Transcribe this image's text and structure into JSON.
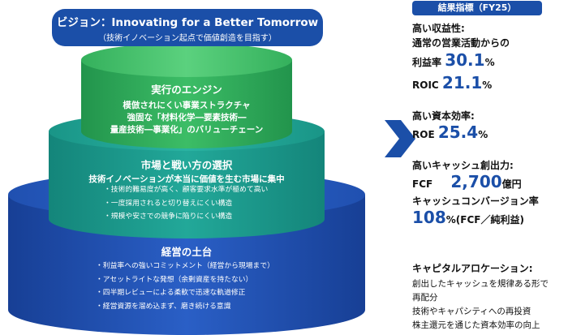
{
  "vision": {
    "title": "ビジョン：Innovating for a Better Tomorrow",
    "subtitle": "（技術イノベーション起点で価値創造を目指す）"
  },
  "tiers": {
    "top": {
      "title": "実行のエンジン",
      "lines": [
        "模倣されにくい事業ストラクチャ",
        "強固な「材料化学―要素技術―",
        "量産技術―事業化」のバリューチェーン"
      ],
      "color": "#2fa85a"
    },
    "middle": {
      "title": "市場と戦い方の選択",
      "subtitle": "技術イノベーションが本当に価値を生む市場に集中",
      "bullets": [
        "・技術的難易度が高く、顧客要求水準が極めて高い",
        "・一度採用されると切り替えにくい構造",
        "・規模や安さでの競争に陥りにくい構造"
      ],
      "color": "#1e9a8a"
    },
    "bottom": {
      "title": "経営の土台",
      "bullets": [
        "・利益率への強いコミットメント（経営から現場まで）",
        "・アセットライトな発想（余剰資産を持たない）",
        "・四半期レビューによる柔軟で迅速な軌道修正",
        "・経営資源を溜め込まず、磨き続ける意識"
      ],
      "color": "#1f4fb4"
    }
  },
  "results": {
    "badge": "結果指標（FY25）",
    "profitability": {
      "heading1": "高い収益性:",
      "heading2": "通常の営業活動からの",
      "margin_label": "利益率",
      "margin_value": "30.1",
      "margin_unit": "%",
      "roic_label": "ROIC",
      "roic_value": "21.1",
      "roic_unit": "%"
    },
    "capital_efficiency": {
      "heading": "高い資本効率:",
      "roe_label": "ROE",
      "roe_value": "25.4",
      "roe_unit": "%"
    },
    "cash": {
      "heading": "高いキャッシュ創出力:",
      "fcf_label": "FCF",
      "fcf_value": "2,700",
      "fcf_unit": "億円",
      "conversion_heading": "キャッシュコンバージョン率",
      "conversion_value": "108",
      "conversion_unit": "%(FCF／純利益)"
    },
    "allocation": {
      "heading": "キャピタルアロケーション:",
      "lines": [
        "創出したキャッシュを規律ある形で",
        "再配分",
        "技術やキャパシティへの再投資",
        "株主還元を通じた資本効率の向上"
      ]
    }
  },
  "colors": {
    "brand_blue": "#1b4fa8",
    "arrow": "#1b4fa8"
  }
}
